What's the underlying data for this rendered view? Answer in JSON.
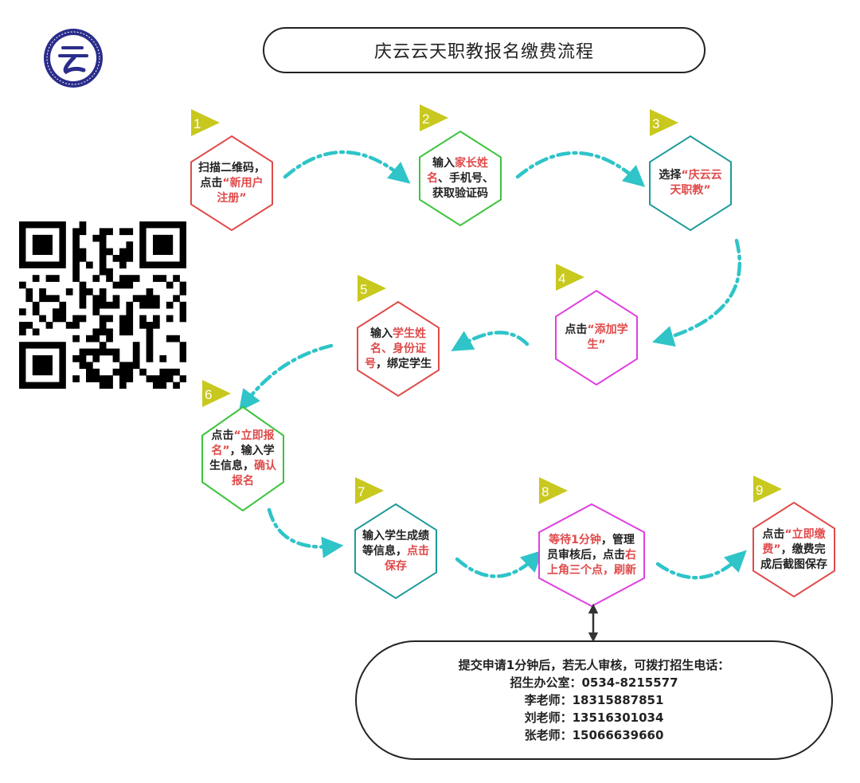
{
  "title": "庆云云天职教报名缴费流程",
  "colors": {
    "arrow": "#2ec4c8",
    "red": "#e04a4a",
    "green": "#3cc43c",
    "teal": "#1e9a9a",
    "magenta": "#e040e0",
    "number_flag": "#c8c81e",
    "logo_blue": "#2a2d8a"
  },
  "icons": {
    "logo": "school-logo-icon",
    "qr": "qr-code-icon",
    "flag": "number-flag-icon"
  },
  "steps": [
    {
      "num": "1",
      "color": "red",
      "parts": [
        {
          "t": "扫描二维码，点击"
        },
        {
          "t": "“新用户注册”",
          "hl": true
        }
      ]
    },
    {
      "num": "2",
      "color": "green",
      "parts": [
        {
          "t": "输入"
        },
        {
          "t": "家长姓名",
          "hl": true
        },
        {
          "t": "、手机号、获取验证码"
        }
      ]
    },
    {
      "num": "3",
      "color": "teal",
      "parts": [
        {
          "t": "选择"
        },
        {
          "t": "“庆云云天职教”",
          "hl": true
        }
      ]
    },
    {
      "num": "4",
      "color": "magenta",
      "parts": [
        {
          "t": "点击"
        },
        {
          "t": "“添加学生”",
          "hl": true
        }
      ]
    },
    {
      "num": "5",
      "color": "red",
      "parts": [
        {
          "t": "输入"
        },
        {
          "t": "学生姓名、身份证号",
          "hl": true
        },
        {
          "t": "，绑定学生"
        }
      ]
    },
    {
      "num": "6",
      "color": "green",
      "parts": [
        {
          "t": "点击"
        },
        {
          "t": "“立即报名”",
          "hl": true
        },
        {
          "t": "，输入学生信息，"
        },
        {
          "t": "确认报名",
          "hl": true
        }
      ]
    },
    {
      "num": "7",
      "color": "teal",
      "parts": [
        {
          "t": "输入学生成绩等信息，"
        },
        {
          "t": "点击保存",
          "hl": true
        }
      ]
    },
    {
      "num": "8",
      "color": "magenta",
      "parts": [
        {
          "t": "等待1分钟",
          "hl": true
        },
        {
          "t": "，管理员审核后，点击"
        },
        {
          "t": "右上角三个点，刷新",
          "hl": true
        }
      ]
    },
    {
      "num": "9",
      "color": "red",
      "parts": [
        {
          "t": "点击"
        },
        {
          "t": "“立即缴费”",
          "hl": true
        },
        {
          "t": "，缴费完成后截图保存"
        }
      ]
    }
  ],
  "contact": {
    "line1": "提交申请1分钟后，若无人审核，可拨打招生电话：",
    "line2": "招生办公室：0534-8215577",
    "line3": "李老师：18315887851",
    "line4": "刘老师：13516301034",
    "line5": "张老师：15066639660"
  }
}
